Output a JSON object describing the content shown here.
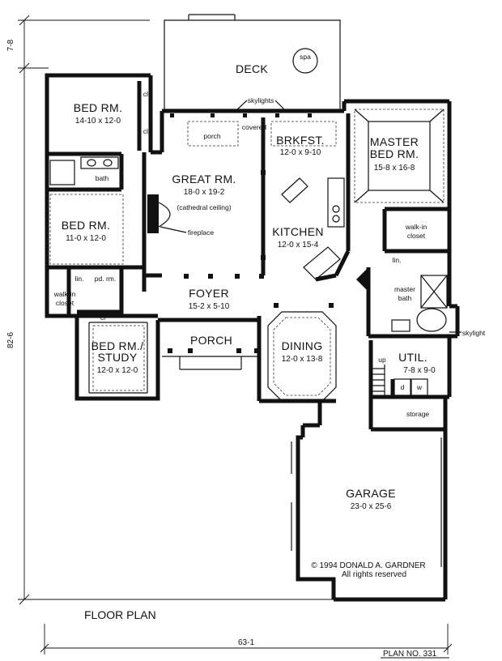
{
  "title": "FLOOR PLAN",
  "plan_no": "PLAN NO. 331",
  "copyright": [
    "© 1994 DONALD A. GARDNER",
    "All rights reserved"
  ],
  "dimensions": {
    "width": "63-1",
    "depth": "82-6",
    "deck": "7-8"
  },
  "rooms": {
    "deck": {
      "name": "DECK"
    },
    "spa": {
      "name": "spa"
    },
    "skylights_top": {
      "name": "skylights"
    },
    "covered_porch": {
      "line1": "covered",
      "line2": "porch"
    },
    "bed1": {
      "name": "BED RM.",
      "dim": "14-10 x 12-0"
    },
    "cl1": {
      "name": "cl"
    },
    "cl2": {
      "name": "cl"
    },
    "bath": {
      "name": "bath"
    },
    "bed2": {
      "name": "BED RM.",
      "dim": "11-0 x 12-0"
    },
    "lin1": {
      "name": "lin."
    },
    "pd_rm": {
      "name": "pd. rm."
    },
    "walkin1": {
      "line1": "walk-in",
      "line2": "closet"
    },
    "cl3": {
      "name": "cl"
    },
    "great": {
      "name": "GREAT RM.",
      "dim": "18-0 x 19-2",
      "note": "(cathedral ceiling)"
    },
    "fireplace": {
      "name": "fireplace"
    },
    "brkfst": {
      "name": "BRKFST.",
      "dim": "12-0 x 9-10"
    },
    "kitchen": {
      "name": "KITCHEN",
      "dim": "12-0 x 15-4"
    },
    "master": {
      "line1": "MASTER",
      "line2": "BED RM.",
      "dim": "15-8 x 16-8"
    },
    "walkin2": {
      "line1": "walk-in",
      "line2": "closet"
    },
    "lin2": {
      "name": "lin."
    },
    "master_bath": {
      "line1": "master",
      "line2": "bath"
    },
    "skylight": {
      "name": "skylight"
    },
    "foyer": {
      "name": "FOYER",
      "dim": "15-2 x 5-10"
    },
    "porch": {
      "name": "PORCH"
    },
    "study": {
      "line1": "BED RM./",
      "line2": "STUDY",
      "dim": "12-0 x 12-0"
    },
    "dining": {
      "name": "DINING",
      "dim": "12-0 x 13-8"
    },
    "up": {
      "name": "up"
    },
    "util": {
      "name": "UTIL.",
      "dim": "7-8 x 9-0"
    },
    "dryer": {
      "name": "d"
    },
    "washer": {
      "name": "w"
    },
    "storage": {
      "name": "storage"
    },
    "garage": {
      "name": "GARAGE",
      "dim": "23-0 x 25-6"
    }
  }
}
